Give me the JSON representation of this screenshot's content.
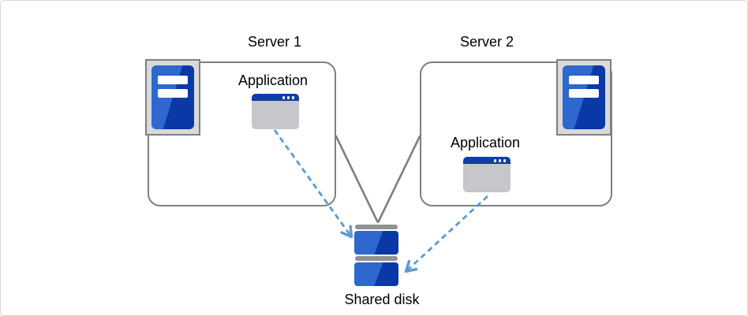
{
  "diagram": {
    "servers": [
      {
        "label": "Server 1",
        "application": {
          "label": "Application"
        }
      },
      {
        "label": "Server 2",
        "application": {
          "label": "Application"
        }
      }
    ],
    "shared_disk": {
      "label": "Shared disk"
    }
  },
  "icons": {
    "server_tower": "server-tower-icon",
    "application_window": "application-window-icon",
    "shared_disk_stack": "disk-stack-icon"
  },
  "colors": {
    "canvas-border": "#d4d7da",
    "box-border": "#7f7f7f",
    "connector-gray": "#7f7f7f",
    "arrow-blue": "#5b9bd5",
    "blue-light": "#2e68cf",
    "blue-dark": "#0a38a6",
    "titlebar-blue": "#0d3fa6",
    "window-body": "#c5c7ca",
    "icon-frame": "#d9d9d9",
    "disk-bar": "#8f9193",
    "text": "#000000"
  }
}
